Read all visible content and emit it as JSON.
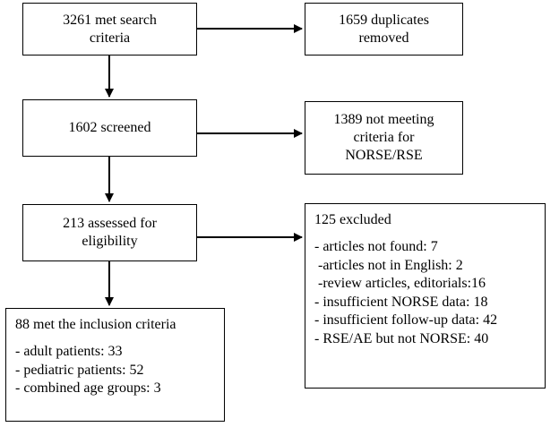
{
  "boxes": {
    "met_search": {
      "lines": [
        "3261 met search",
        "criteria"
      ]
    },
    "duplicates": {
      "lines": [
        "1659 duplicates",
        "removed"
      ]
    },
    "screened": {
      "lines": [
        "1602 screened"
      ]
    },
    "not_meeting": {
      "lines": [
        "1389 not meeting",
        "criteria for",
        "NORSE/RSE"
      ]
    },
    "assessed": {
      "lines": [
        "213 assessed for",
        "eligibility"
      ]
    },
    "excluded": {
      "title": "125 excluded",
      "items": [
        "- articles not found: 7",
        " -articles not in English: 2",
        " -review articles, editorials:16",
        "- insufficient NORSE data: 18",
        "- insufficient follow-up data: 42",
        "- RSE/AE but not NORSE: 40"
      ]
    },
    "included": {
      "title": "88 met the inclusion criteria",
      "items": [
        "- adult patients: 33",
        "- pediatric patients: 52",
        "- combined age groups: 3"
      ]
    }
  }
}
